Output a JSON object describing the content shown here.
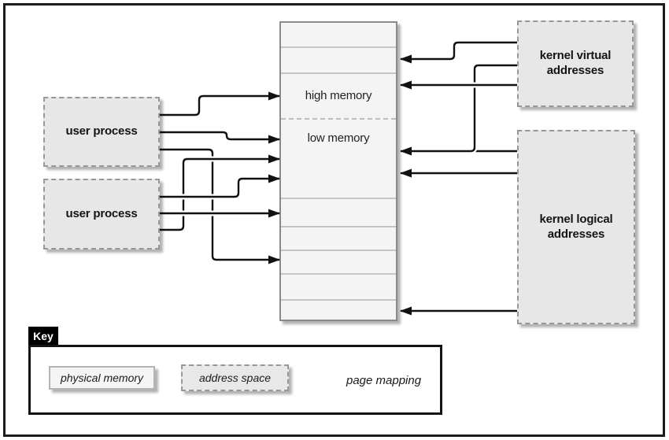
{
  "figure": {
    "boxes": {
      "user_process_1": {
        "label": "user process"
      },
      "user_process_2": {
        "label": "user process"
      },
      "kernel_virtual": {
        "label": "kernel virtual addresses"
      },
      "kernel_logical": {
        "label": "kernel logical addresses"
      }
    },
    "memory_column": {
      "high_label": "high memory",
      "low_label": "low memory"
    },
    "key": {
      "title": "Key",
      "physical_memory_label": "physical memory",
      "address_space_label": "address space",
      "page_mapping_label": "page mapping"
    },
    "connections": [
      {
        "from": "user process (top)",
        "to": "physical memory - high memory page"
      },
      {
        "from": "user process (top)",
        "to": "physical memory - low memory page"
      },
      {
        "from": "user process (top)",
        "to": "physical memory - lower page"
      },
      {
        "from": "user process (bottom)",
        "to": "physical memory - low memory page"
      },
      {
        "from": "user process (bottom)",
        "to": "physical memory - low memory page"
      },
      {
        "from": "user process (bottom)",
        "to": "physical memory - low memory page"
      },
      {
        "from": "kernel virtual addresses",
        "to": "physical memory - high memory page"
      },
      {
        "from": "kernel virtual addresses",
        "to": "physical memory - high memory page"
      },
      {
        "from": "kernel virtual addresses (merged with kernel logical)",
        "to": "physical memory - low memory"
      },
      {
        "from": "kernel logical addresses",
        "to": "physical memory - low memory"
      },
      {
        "from": "kernel logical addresses",
        "to": "physical memory - bottom page"
      }
    ],
    "colors": {
      "line": "#111111",
      "address_box_fill": "#e7e7e7",
      "column_fill": "#f4f4f4",
      "border_gray": "#979797",
      "key_tab_bg": "#000000",
      "key_tab_text": "#ffffff"
    }
  }
}
